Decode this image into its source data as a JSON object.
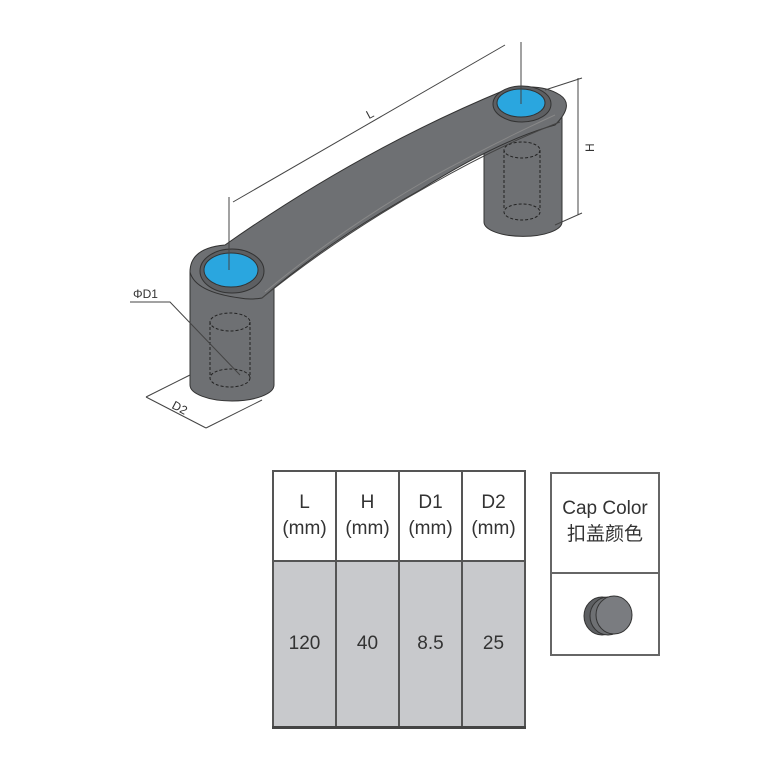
{
  "diagram": {
    "labels": {
      "length": "L",
      "height": "H",
      "hole_diameter": "ΦD1",
      "outer_diameter": "D2"
    },
    "colors": {
      "body": "#6e7073",
      "cap": "#2aa6df",
      "table_fill": "#c8c9cc"
    }
  },
  "spec_table": {
    "columns": [
      {
        "name": "L",
        "unit": "(mm)",
        "value": "120"
      },
      {
        "name": "H",
        "unit": "(mm)",
        "value": "40"
      },
      {
        "name": "D1",
        "unit": "(mm)",
        "value": "8.5"
      },
      {
        "name": "D2",
        "unit": "(mm)",
        "value": "25"
      }
    ]
  },
  "cap_color": {
    "title_en": "Cap Color",
    "title_cn": "扣盖颜色",
    "swatch": "#6e7073"
  }
}
